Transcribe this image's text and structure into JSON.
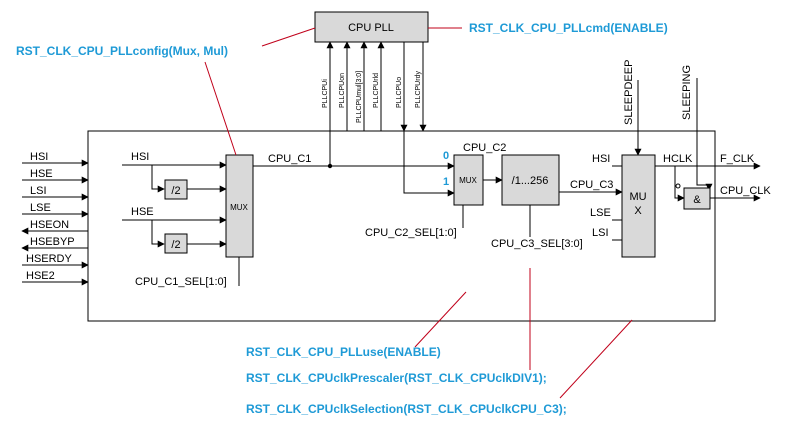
{
  "accent_color": "#1e9ad6",
  "annotation_line_color": "#c0001a",
  "blocks": {
    "cpu_pll": "CPU PLL",
    "mux1": "MUX",
    "mux2": "MUX",
    "mux3_line1": "MU",
    "mux3_line2": "X",
    "div2_a": "/2",
    "div2_b": "/2",
    "prescaler": "/1...256",
    "and_gate": "&"
  },
  "inputs": [
    "HSI",
    "HSE",
    "LSI",
    "LSE",
    "HSEON",
    "HSEBYP",
    "HSERDY",
    "HSE2"
  ],
  "pll_signals": [
    "PLLCPUi",
    "PLLCPUon",
    "PLLCPUmul[3:0]",
    "PLLCPUrld",
    "PLLCPUo",
    "PLLCPUrdy"
  ],
  "signals": {
    "hsi_internal": "HSI",
    "hse_internal": "HSE",
    "cpu_c1": "CPU_C1",
    "cpu_c1_sel": "CPU_C1_SEL[1:0]",
    "cpu_c2": "CPU_C2",
    "mux2_in0": "0",
    "mux2_in1": "1",
    "cpu_c2_sel": "CPU_C2_SEL[1:0]",
    "cpu_c3": "CPU_C3",
    "cpu_c3_sel": "CPU_C3_SEL[3:0]",
    "mux3_hsi": "HSI",
    "mux3_lse": "LSE",
    "mux3_lsi": "LSI",
    "sleepdeep": "SLEEPDEEP",
    "sleeping": "SLEEPING",
    "hclk": "HCLK",
    "f_clk": "F_CLK",
    "cpu_clk": "CPU_CLK"
  },
  "annotations": {
    "pll_cmd": "RST_CLK_CPU_PLLcmd(ENABLE)",
    "pll_config": "RST_CLK_CPU_PLLconfig(Mux, Mul)",
    "pll_use": "RST_CLK_CPU_PLLuse(ENABLE)",
    "prescaler_fn": "RST_CLK_CPUclkPrescaler(RST_CLK_CPUclkDIV1);",
    "selection_fn": "RST_CLK_CPUclkSelection(RST_CLK_CPUclkCPU_C3);"
  }
}
